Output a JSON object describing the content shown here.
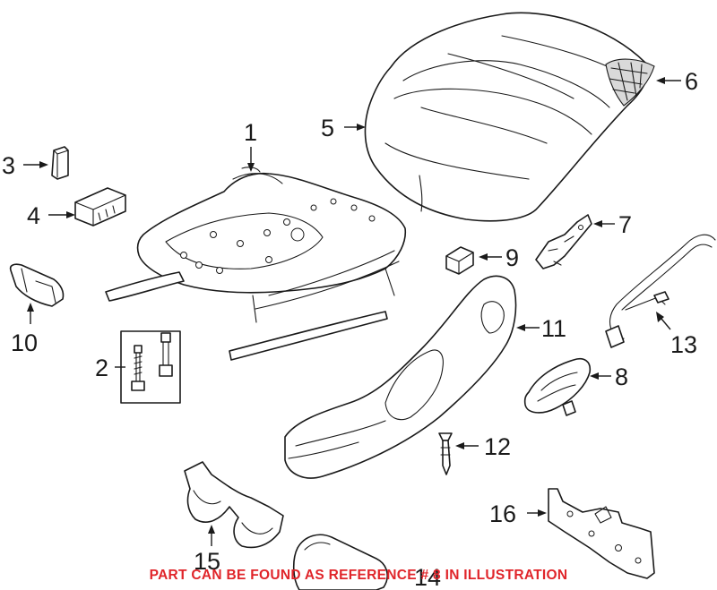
{
  "callouts": {
    "c1": "1",
    "c2": "2",
    "c3": "3",
    "c4": "4",
    "c5": "5",
    "c6": "6",
    "c7": "7",
    "c8": "8",
    "c9": "9",
    "c10": "10",
    "c11": "11",
    "c12": "12",
    "c13": "13",
    "c14": "14",
    "c15": "15",
    "c16": "16"
  },
  "notice": {
    "text": "PART CAN BE FOUND AS REFERENCE # 8 IN ILLUSTRATION",
    "color": "#e0252a"
  },
  "colors": {
    "line": "#1a1a1a",
    "background": "#ffffff"
  }
}
